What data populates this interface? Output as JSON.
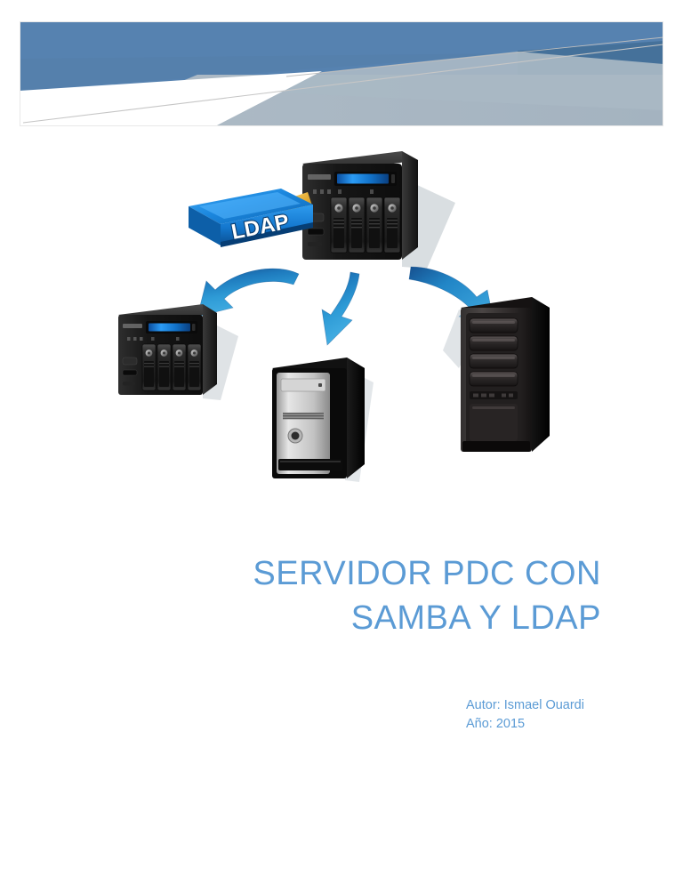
{
  "document": {
    "type": "cover-page",
    "title_lines": [
      "SERVIDOR PDC CON",
      "SAMBA Y LDAP"
    ],
    "author_label": "Autor: Ismael Ouardi",
    "year_label": "Año: 2015"
  },
  "colors": {
    "title_blue": "#5B9BD5",
    "banner_light_blue": "#5B9BD5",
    "banner_mid_blue": "#4A7BA7",
    "banner_dark_blue": "#5682B0",
    "banner_gray": "#A9B8C4",
    "arrow_blue": "#2E9BD6",
    "arrow_blue_dark": "#1B62A8",
    "ldap_blue": "#1C8CE0",
    "chassis_black": "#1A1A1A",
    "lcd_blue": "#1E90FF",
    "connector_gold": "#E0A82E"
  },
  "banner": {
    "name": "decorative-header-banner",
    "shapes": [
      {
        "name": "light-blue-wedge",
        "color": "#5B9BD5"
      },
      {
        "name": "dark-blue-wedge",
        "color": "#4A7BA7"
      },
      {
        "name": "mid-blue-wedge",
        "color": "#5682B0"
      },
      {
        "name": "gray-wedge",
        "color": "#A9B8C4"
      },
      {
        "name": "thin-gray-line",
        "color": "#BFBFBF"
      }
    ]
  },
  "diagram": {
    "name": "pdc-samba-ldap-topology",
    "nodes": [
      {
        "id": "ldap-store",
        "label": "LDAP",
        "kind": "directory-database",
        "position": "top-left"
      },
      {
        "id": "primary-nas",
        "label": "",
        "kind": "nas-4bay",
        "position": "top-center"
      },
      {
        "id": "client-nas",
        "label": "",
        "kind": "nas-4bay",
        "position": "bottom-left"
      },
      {
        "id": "client-desktop",
        "label": "",
        "kind": "desktop-tower",
        "position": "bottom-center"
      },
      {
        "id": "client-server",
        "label": "",
        "kind": "server-tower",
        "position": "bottom-right"
      }
    ],
    "arrows": [
      {
        "id": "arrow-to-nas",
        "from": "primary-nas",
        "to": "client-nas",
        "direction": "down-left"
      },
      {
        "id": "arrow-to-desktop",
        "from": "primary-nas",
        "to": "client-desktop",
        "direction": "down"
      },
      {
        "id": "arrow-to-server",
        "from": "primary-nas",
        "to": "client-server",
        "direction": "down-right"
      }
    ],
    "ldap_text": "LDAP"
  }
}
